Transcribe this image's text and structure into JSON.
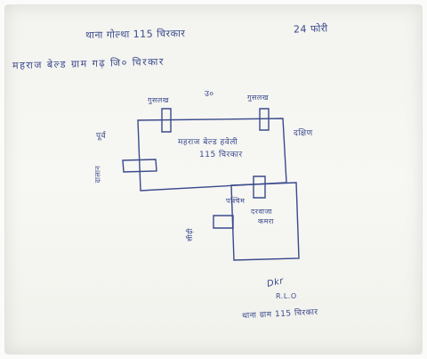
{
  "header": {
    "station_line": "थाना गोल्था 115 चिरकार",
    "date": "24 फोरी"
  },
  "subheader": {
    "location_line": "महराज बेल्ड ग्राम गढ़ जि० चिरकार"
  },
  "map": {
    "north": "उ०",
    "east": "पूर्व",
    "west": "पश्चिम",
    "south": "दक्षिण",
    "top_left_box": "गुसलख",
    "top_right_box": "गुसलख",
    "left_side_box": "दालान",
    "center_label_line1": "महराज बेल्ड हवेली",
    "center_label_line2": "115 चिरकार",
    "lower_room_label_line1": "दरवाजा",
    "lower_room_label_line2": "कमरा",
    "lower_left_box": "सीढ़ी"
  },
  "signature": {
    "sig": "Dkr",
    "line2": "R.L.O",
    "line3": "थाना ग्राम 115 चिरकार"
  },
  "ink_color": "#3a4a8c"
}
